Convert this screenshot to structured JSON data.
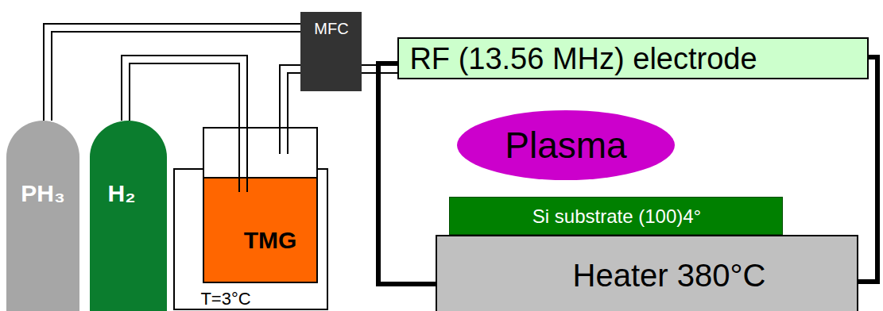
{
  "diagram": {
    "nodes": [
      {
        "text": [
          "PH₃"
        ]
      },
      {
        "text": [
          "H₂"
        ]
      },
      {
        "text": [
          "T=3°C"
        ]
      },
      {
        "text": [
          "TMG"
        ],
        "in": 2
      },
      {
        "text": [
          "MFC"
        ]
      },
      {
        "text": [
          "RF (13.56 MHz) electrode"
        ]
      },
      {
        "text": [
          "Plasma"
        ]
      },
      {
        "text": [
          "Si substrate (100)4°"
        ]
      },
      {
        "text": [
          "Heater 380°C"
        ]
      }
    ],
    "edges": [
      {
        "from": 0,
        "to": 4,
        "arrow": "none"
      },
      {
        "from": 1,
        "to": 3,
        "arrow": "none"
      },
      {
        "from": 3,
        "to": 4,
        "arrow": "none"
      },
      {
        "from": 4,
        "to": 5,
        "arrow": "none"
      },
      {
        "from": 5,
        "to": 8,
        "arrow": "none"
      },
      {
        "from": 5,
        "to": 8,
        "arrow": "none"
      }
    ]
  }
}
